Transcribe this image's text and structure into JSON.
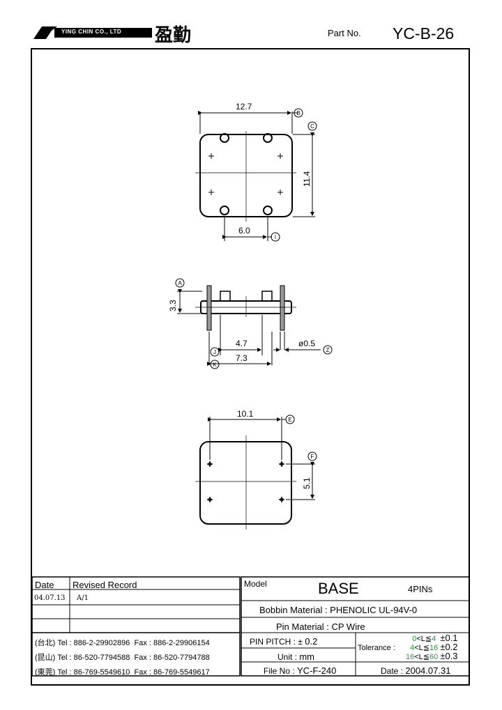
{
  "header": {
    "company_en": "YING CHIN CO., LTD",
    "company_cn": "盈勤",
    "part_no_label": "Part  No.",
    "part_no_value": "YC-B-26"
  },
  "drawing": {
    "top_view": {
      "width_dim": "12.7",
      "height_dim": "11.4",
      "pin_spacing_dim": "6.0",
      "ref_b": "B",
      "ref_c": "C",
      "ref_i": "I"
    },
    "side_view": {
      "height_dim": "3.3",
      "inner_dim": "4.7",
      "outer_dim": "7.3",
      "pin_dia_dim": "ø0.5",
      "ref_a": "A",
      "ref_j": "J",
      "ref_k": "K",
      "ref_z": "Z"
    },
    "bottom_view": {
      "width_dim": "10.1",
      "height_dim": "5.1",
      "ref_e": "E",
      "ref_f": "F"
    }
  },
  "revision": {
    "date_header": "Date",
    "record_header": "Revised  Record",
    "rows": [
      {
        "date": "04.07.13",
        "record": "A/1"
      }
    ]
  },
  "contacts": [
    {
      "city": "(台北)",
      "tel": "Tel : 886-2-29902896",
      "fax": "Fax : 886-2-29906154"
    },
    {
      "city": "(昆山)",
      "tel": "Tel : 86-520-7794588",
      "fax": "Fax : 86-520-7794788"
    },
    {
      "city": "(東莞)",
      "tel": "Tel : 86-769-5549610",
      "fax": "Fax : 86-769-5549617"
    }
  ],
  "spec": {
    "model_label": "Model",
    "model_value": "BASE",
    "pins": "4PINs",
    "bobbin_label": "Bobbin  Material : ",
    "bobbin_value": "PHENOLIC UL-94V-0",
    "pin_label": "Pin  Material : ",
    "pin_value": "CP Wire",
    "pitch_label": "PIN  PITCH : ± ",
    "pitch_value": "0.2",
    "unit_label": "Unit : ",
    "unit_value": "mm",
    "file_label": "File  No : ",
    "file_value": "YC-F-240",
    "date_label": "Date : ",
    "date_value": "2004.07.31",
    "tolerance_label": "Tolerance :",
    "tolerance_rows": [
      {
        "lo": "0",
        "mid": "<L≦",
        "hi": "4",
        "tol": "±0.1"
      },
      {
        "lo": "4",
        "mid": "<L≦",
        "hi": "16",
        "tol": "±0.2"
      },
      {
        "lo": "16",
        "mid": "<L≦",
        "hi": "60",
        "tol": "±0.3"
      }
    ]
  },
  "colors": {
    "tolerance_accent": "#1a9a3a"
  }
}
